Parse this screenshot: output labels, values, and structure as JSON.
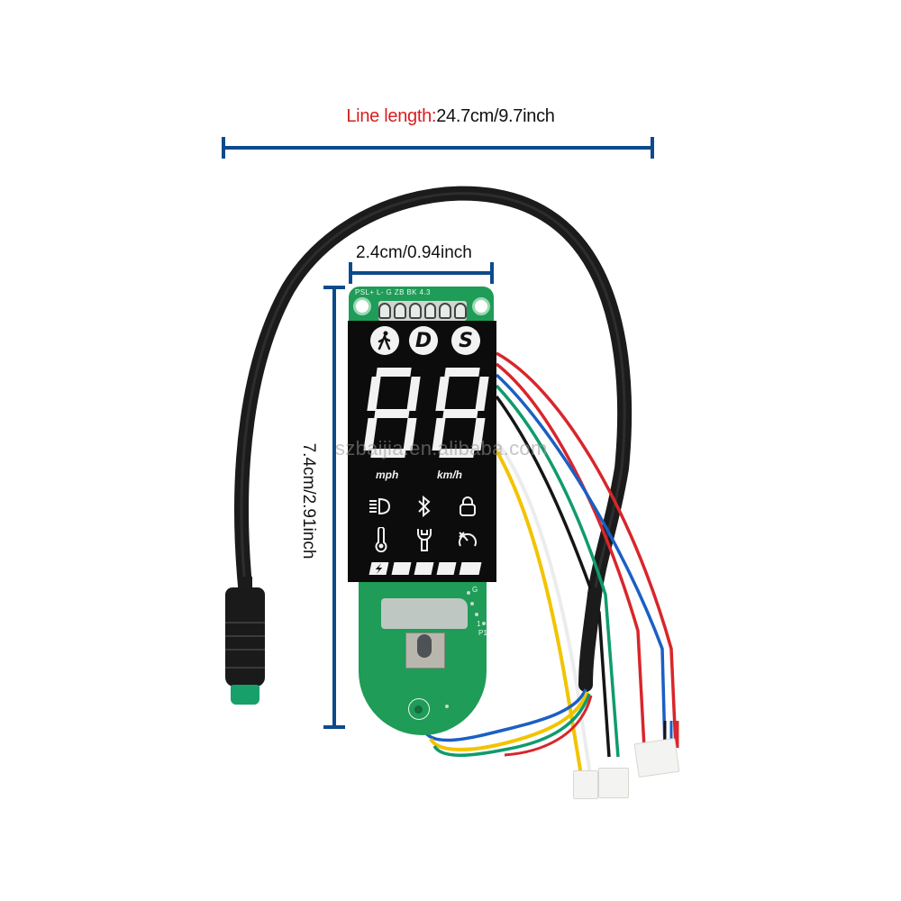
{
  "annotations": {
    "line_length_label": "Line length:",
    "line_length_value": "24.7cm/9.7inch",
    "width_label": "2.4cm/0.94inch",
    "height_label": "7.4cm/2.91inch",
    "dimension_color": "#0d4a8c",
    "label_accent_color": "#d81e1e"
  },
  "board": {
    "pin_labels": "PSL+ L- G ZB BK 4.3",
    "mode_buttons": [
      "walk-mode",
      "D",
      "S"
    ],
    "speed_digits": "88",
    "units": {
      "left": "mph",
      "right": "km/h"
    },
    "status_icons": [
      "headlight-icon",
      "bluetooth-icon",
      "lock-icon",
      "thermometer-icon",
      "wrench-icon",
      "speedometer-icon"
    ],
    "battery_segments": 5,
    "silk": {
      "g": "G",
      "one": "1",
      "p1": "P1"
    },
    "pcb_color": "#1f9c57"
  },
  "cable": {
    "wire_colors": [
      "#d8262b",
      "#d8262b",
      "#1a5fc4",
      "#0f9b6e",
      "#151515",
      "#f5f5f5",
      "#f2c400"
    ],
    "plug_tip_color": "#17a06a"
  },
  "watermark": "szbaijia.en.alibaba.com"
}
